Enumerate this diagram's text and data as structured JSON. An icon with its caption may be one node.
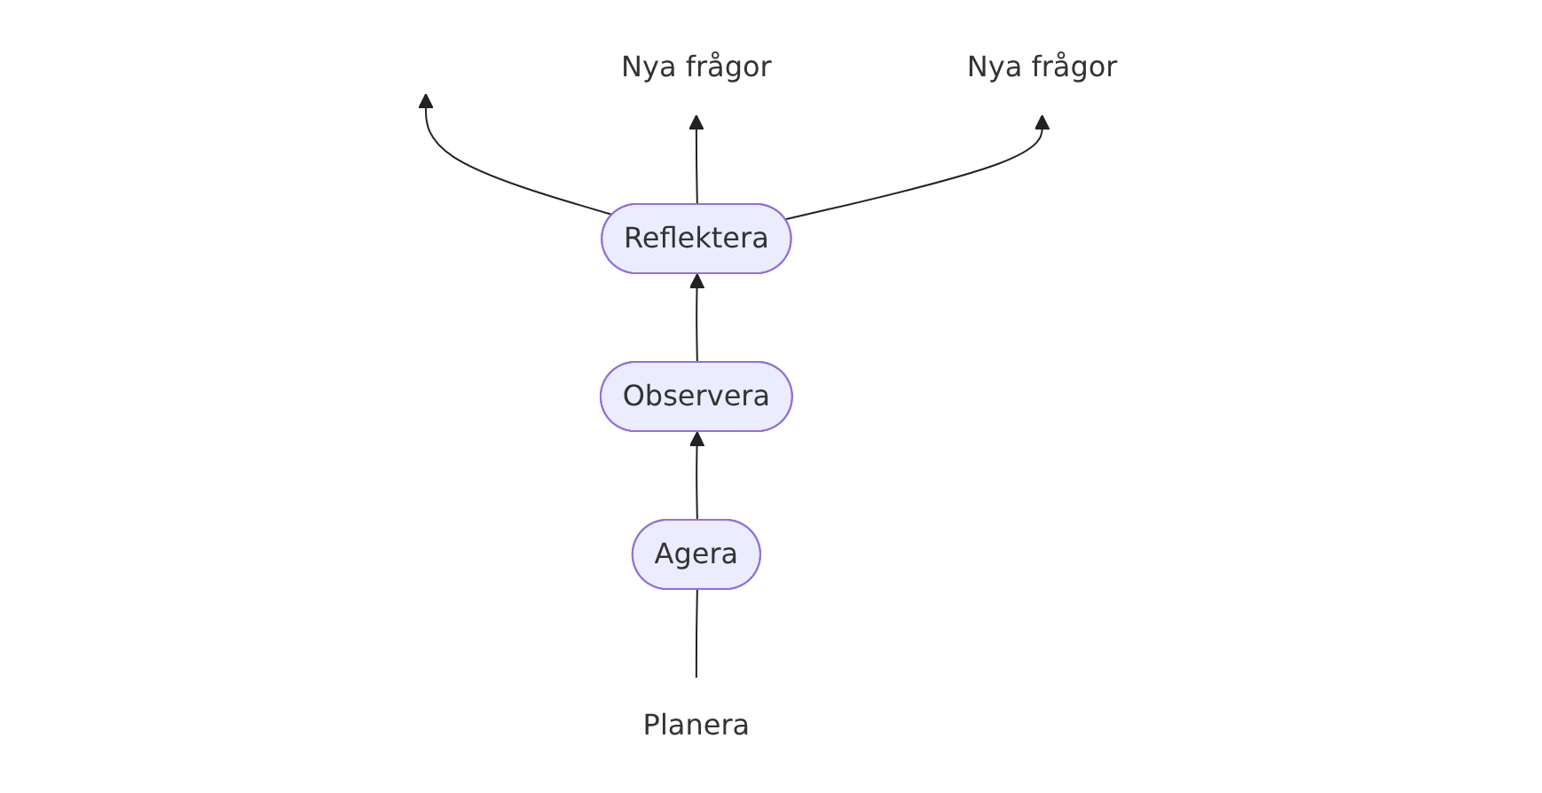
{
  "diagram": {
    "nodes": [
      {
        "text": [
          "Nya frågor"
        ]
      },
      {
        "text": [
          "Reflektera"
        ]
      },
      {
        "text": [
          "Nya frågor"
        ]
      },
      {
        "text": [
          "Observera"
        ]
      },
      {
        "text": [
          "Agera"
        ]
      },
      {
        "text": [
          "Planera"
        ]
      }
    ],
    "edges": [
      {
        "from": 5,
        "to": 4,
        "arrow": "none"
      },
      {
        "from": 4,
        "to": 3,
        "arrow": "to"
      },
      {
        "from": 3,
        "to": 1,
        "arrow": "to"
      },
      {
        "from": 1,
        "to": null,
        "arrow": "to"
      },
      {
        "from": 1,
        "to": 2,
        "arrow": "to"
      },
      {
        "from": 1,
        "to": 0,
        "arrow": "to"
      }
    ]
  }
}
